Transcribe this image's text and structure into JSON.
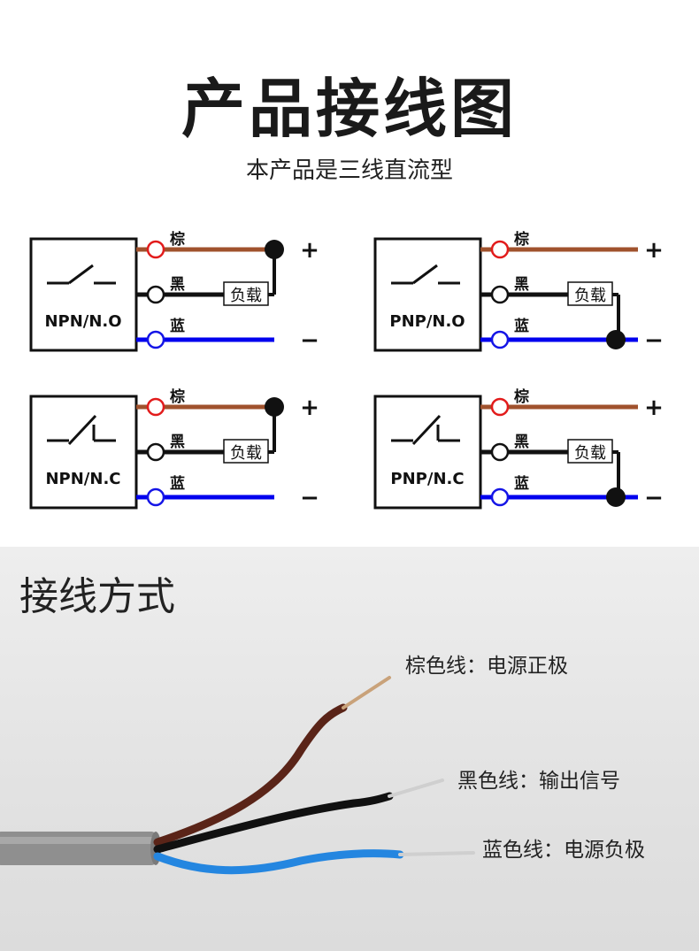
{
  "header": {
    "title": "产品接线图",
    "subtitle": "本产品是三线直流型"
  },
  "colors": {
    "brown": "#a0522d",
    "black": "#111111",
    "blue": "#0000ee",
    "red_terminal": "#e21b1b",
    "blue_terminal": "#1414e6"
  },
  "wire_labels": {
    "brown": "棕",
    "black": "黑",
    "blue": "蓝"
  },
  "load_label": "负载",
  "polarity": {
    "plus": "+",
    "minus": "−"
  },
  "diagrams": [
    {
      "id": "npn-no",
      "label": "NPN/N.O",
      "type": "NPN",
      "contact": "NO"
    },
    {
      "id": "pnp-no",
      "label": "PNP/N.O",
      "type": "PNP",
      "contact": "NO"
    },
    {
      "id": "npn-nc",
      "label": "NPN/N.C",
      "type": "NPN",
      "contact": "NC"
    },
    {
      "id": "pnp-nc",
      "label": "PNP/N.C",
      "type": "PNP",
      "contact": "NC"
    }
  ],
  "wiring": {
    "heading": "接线方式",
    "brown_desc": "棕色线：电源正极",
    "black_desc": "黑色线：输出信号",
    "blue_desc": "蓝色线：电源负极"
  }
}
